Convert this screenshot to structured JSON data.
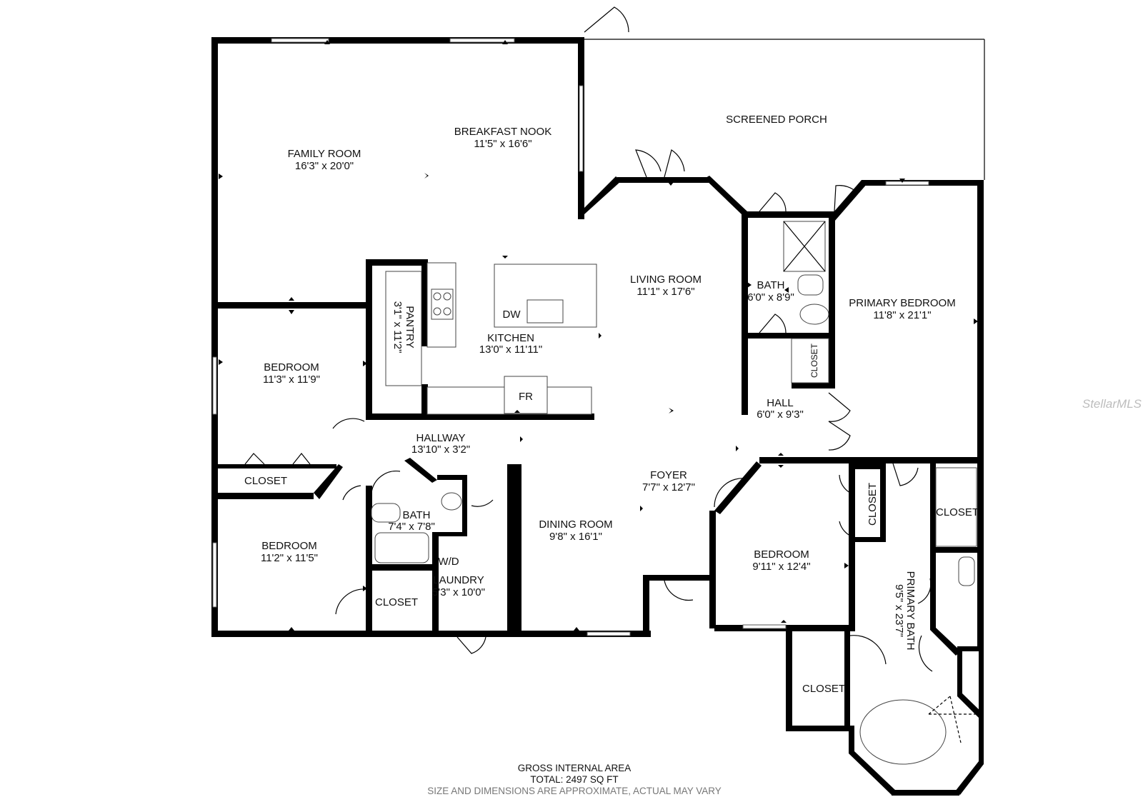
{
  "rooms": {
    "family_room": {
      "name": "FAMILY ROOM",
      "dims": "16'3\" x 20'0\""
    },
    "breakfast_nook": {
      "name": "BREAKFAST NOOK",
      "dims": "11'5\" x 16'6\""
    },
    "screened_porch": {
      "name": "SCREENED PORCH"
    },
    "living_room": {
      "name": "LIVING ROOM",
      "dims": "11'1\" x 17'6\""
    },
    "bath_1": {
      "name": "BATH",
      "dims": "6'0\" x 8'9\""
    },
    "primary_bedroom": {
      "name": "PRIMARY BEDROOM",
      "dims": "11'8\" x 21'1\""
    },
    "pantry": {
      "name": "PANTRY",
      "dims": "3'1\" x 11'2\""
    },
    "kitchen": {
      "name": "KITCHEN",
      "dims": "13'0\" x 11'11\""
    },
    "bedroom_1": {
      "name": "BEDROOM",
      "dims": "11'3\" x 11'9\""
    },
    "hall": {
      "name": "HALL",
      "dims": "6'0\" x 9'3\""
    },
    "hallway": {
      "name": "HALLWAY",
      "dims": "13'10\" x 3'2\""
    },
    "foyer": {
      "name": "FOYER",
      "dims": "7'7\" x 12'7\""
    },
    "bath_2": {
      "name": "BATH",
      "dims": "7'4\" x 7'8\""
    },
    "dining_room": {
      "name": "DINING ROOM",
      "dims": "9'8\" x 16'1\""
    },
    "bedroom_2": {
      "name": "BEDROOM",
      "dims": "11'2\" x 11'5\""
    },
    "laundry": {
      "name": "LAUNDRY",
      "dims": "5'3\" x 10'0\""
    },
    "bedroom_3": {
      "name": "BEDROOM",
      "dims": "9'11\" x 12'4\""
    },
    "primary_bath": {
      "name": "PRIMARY BATH",
      "dims": "9'5\" x 23'7\""
    }
  },
  "closets": {
    "label": "CLOSET"
  },
  "fixtures": {
    "dishwasher": "DW",
    "fridge": "FR",
    "washer_dryer": "W/D"
  },
  "footer": {
    "line1": "GROSS INTERNAL AREA",
    "line2": "TOTAL: 2497 SQ FT",
    "line3": "SIZE AND DIMENSIONS ARE APPROXIMATE, ACTUAL MAY VARY"
  },
  "watermark": "StellarMLS"
}
